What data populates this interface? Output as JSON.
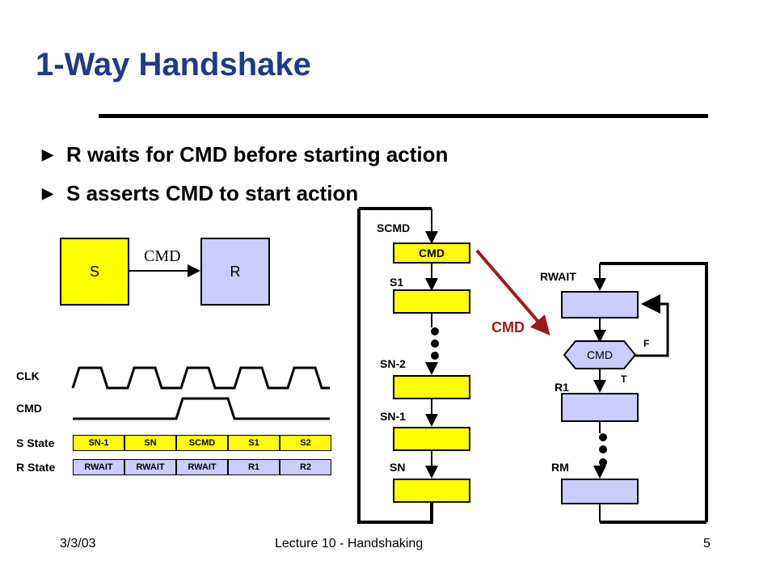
{
  "title": "1-Way Handshake",
  "bullets": [
    "R waits for CMD before starting action",
    "S asserts CMD to start action"
  ],
  "block": {
    "s_label": "S",
    "r_label": "R",
    "wire_label": "CMD"
  },
  "timing": {
    "clk_label": "CLK",
    "cmd_label": "CMD",
    "s_state_label": "S State",
    "r_state_label": "R State",
    "s_states": [
      "SN-1",
      "SN",
      "SCMD",
      "S1",
      "S2"
    ],
    "r_states": [
      "RWAIT",
      "RWAIT",
      "RWAIT",
      "R1",
      "R2"
    ]
  },
  "sender": {
    "scmd": "SCMD",
    "cmd_box": "CMD",
    "s1": "S1",
    "sn2": "SN-2",
    "sn1": "SN-1",
    "sn": "SN"
  },
  "arrow_label": "CMD",
  "receiver": {
    "rwait": "RWAIT",
    "decision": "CMD",
    "false_label": "F",
    "true_label": "T",
    "r1": "R1",
    "rm": "RM"
  },
  "footer": {
    "date": "3/3/03",
    "course": "Lecture 10 - Handshaking",
    "page": "5"
  },
  "colors": {
    "title": "#1f3a8a",
    "yellow": "#ffff00",
    "lavender": "#ccccff",
    "arrow": "#9b1b1b"
  }
}
